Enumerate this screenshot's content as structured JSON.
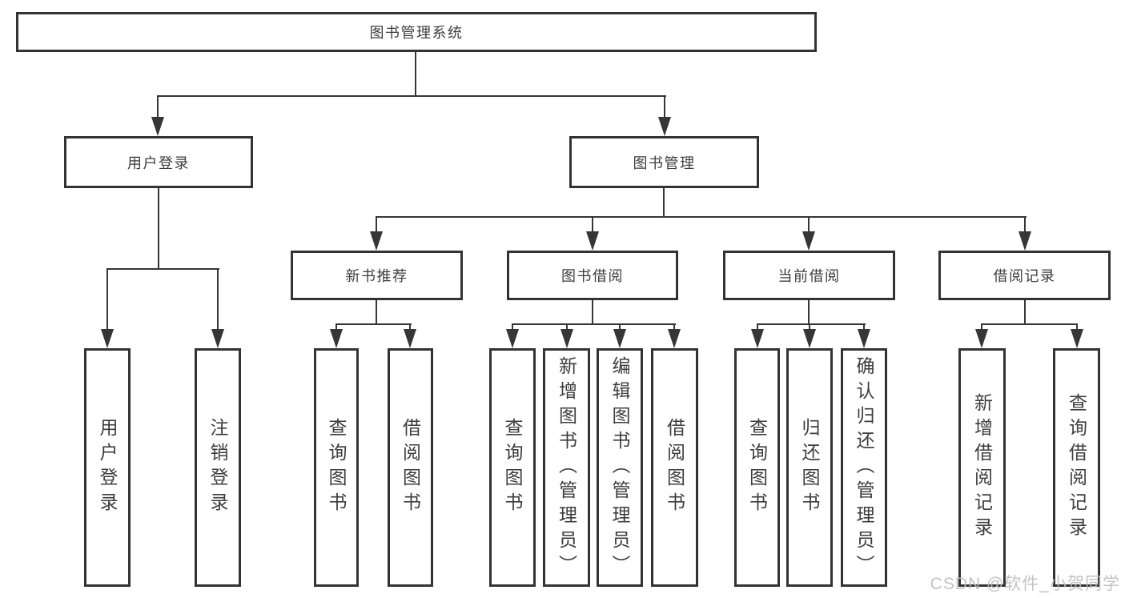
{
  "root": {
    "label": "图书管理系统"
  },
  "level2": [
    {
      "label": "用户登录",
      "children": [
        {
          "label": "用户登录"
        },
        {
          "label": "注销登录"
        }
      ]
    },
    {
      "label": "图书管理"
    }
  ],
  "level3": [
    {
      "label": "新书推荐",
      "children": [
        {
          "label": "查询图书"
        },
        {
          "label": "借阅图书"
        }
      ]
    },
    {
      "label": "图书借阅",
      "children": [
        {
          "label": "查询图书"
        },
        {
          "label": "新增图书（管理员）"
        },
        {
          "label": "编辑图书（管理员）"
        },
        {
          "label": "借阅图书"
        }
      ]
    },
    {
      "label": "当前借阅",
      "children": [
        {
          "label": "查询图书"
        },
        {
          "label": "归还图书"
        },
        {
          "label": "确认归还（管理员）"
        }
      ]
    },
    {
      "label": "借阅记录",
      "children": [
        {
          "label": "新增借阅记录"
        },
        {
          "label": "查询借阅记录"
        }
      ]
    }
  ],
  "colors": {
    "box_border": "#333333",
    "line": "#363636",
    "text": "#3d3d3d",
    "watermark": "#bdbdbd"
  },
  "watermark": "CSDN @软件_小贺同学"
}
